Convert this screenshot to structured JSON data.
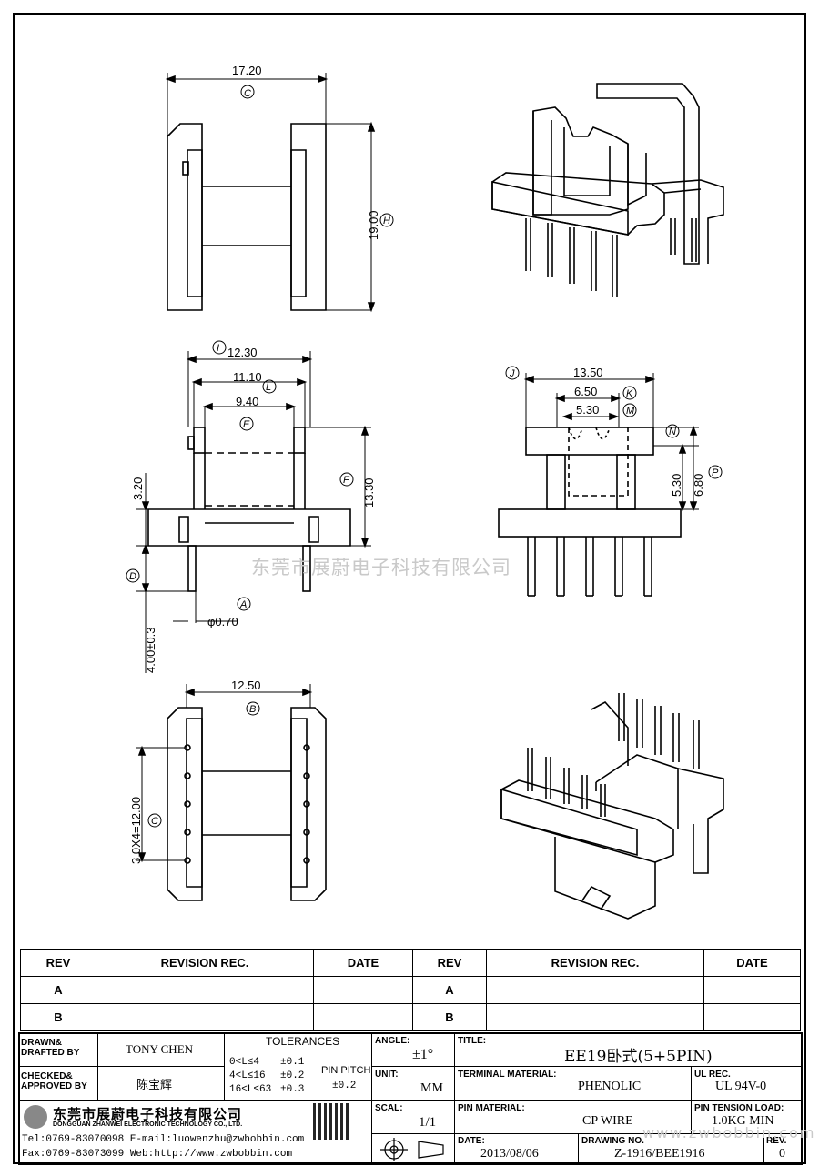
{
  "dimensions": {
    "top_width": "17.20",
    "top_width_tag": "C",
    "top_height": "19.00",
    "top_height_tag": "H",
    "front_w1": "12.30",
    "front_w1_tag": "I",
    "front_w2": "11.10",
    "front_w2_tag": "L",
    "front_w3": "9.40",
    "front_w3_tag": "E",
    "front_h1": "13.30",
    "front_h1_tag": "F",
    "front_h2": "3.20",
    "pin_len": "4.00±0.3",
    "pin_len_tag": "D",
    "pin_dia": "φ0.70",
    "pin_dia_tag": "A",
    "side_w1": "13.50",
    "side_w1_tag": "J",
    "side_w2": "6.50",
    "side_w2_tag": "K",
    "side_w3": "5.30",
    "side_w3_tag": "M",
    "side_h1": "5.30",
    "side_h2": "6.80",
    "side_h2_tag": "P",
    "side_tag_n": "N",
    "bottom_w": "12.50",
    "bottom_w_tag": "B",
    "bottom_pitch": "3.0X4=12.00",
    "bottom_pitch_tag": "C"
  },
  "watermark": "东莞市展蔚电子科技有限公司",
  "watermark_url": "www.zwbobbin.com",
  "revisions": {
    "headers": [
      "REV",
      "REVISION REC.",
      "DATE",
      "REV",
      "REVISION REC.",
      "DATE"
    ],
    "rows": [
      [
        "A",
        "",
        "",
        "A",
        "",
        ""
      ],
      [
        "B",
        "",
        "",
        "B",
        "",
        ""
      ]
    ]
  },
  "title_block": {
    "drawn_label": "DRAWN&\nDRAFTED BY",
    "drawn_value": "TONY CHEN",
    "checked_label": "CHECKED&\nAPPROVED BY",
    "checked_value": "陈宝辉",
    "tolerances_label": "TOLERANCES",
    "tol_rows": [
      [
        "0<L≤4",
        "±0.1"
      ],
      [
        "4<L≤16",
        "±0.2"
      ],
      [
        "16<L≤63",
        "±0.3"
      ]
    ],
    "pin_pitch_label": "PIN PITCH",
    "pin_pitch_value": "±0.2",
    "angle_label": "ANGLE:",
    "angle_value": "±1°",
    "unit_label": "UNIT:",
    "unit_value": "MM",
    "scale_label": "SCAL:",
    "scale_value": "1/1",
    "title_label": "TITLE:",
    "title_value": "EE19卧式(5+5PIN)",
    "terminal_label": "TERMINAL MATERIAL:",
    "terminal_value": "PHENOLIC",
    "ul_label": "UL REC.",
    "ul_value": "UL 94V-0",
    "pin_material_label": "PIN MATERIAL:",
    "pin_material_value": "CP WIRE",
    "tension_label": "PIN TENSION LOAD:",
    "tension_value": "1.0KG MIN",
    "date_label": "DATE:",
    "date_value": "2013/08/06",
    "drawing_label": "DRAWING NO.",
    "drawing_value": "Z-1916/BEE1916",
    "rev_label": "REV.",
    "rev_value": "0",
    "company_cn": "东莞市展蔚电子科技有限公司",
    "company_en": "DONGGUAN ZHANWEI ELECTRONIC TECHNOLOGY CO., LTD.",
    "tel": "Tel:0769-83070098 E-mail:luowenzhu@zwbobbin.com",
    "fax": "Fax:0769-83073099   Web:http://www.zwbobbin.com"
  }
}
